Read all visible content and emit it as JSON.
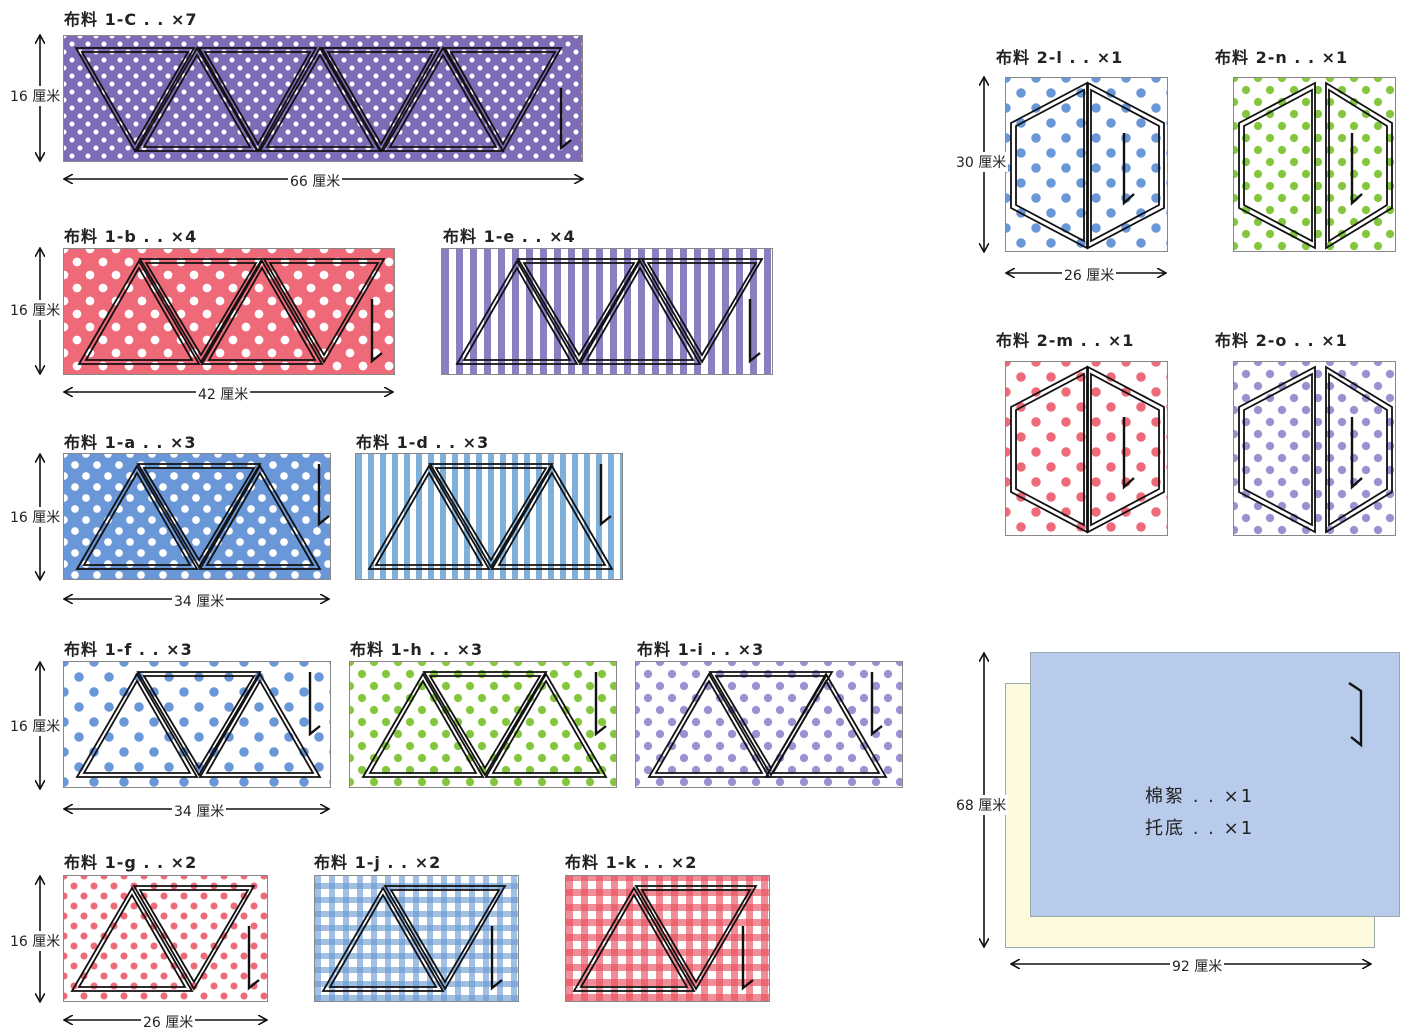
{
  "fabrics": {
    "1c": {
      "label": "布料 1-C . . ×7"
    },
    "1b": {
      "label": "布料 1-b . . ×4"
    },
    "1e": {
      "label": "布料 1-e . . ×4"
    },
    "1a": {
      "label": "布料 1-a . . ×3"
    },
    "1d": {
      "label": "布料 1-d . . ×3"
    },
    "1f": {
      "label": "布料 1-f . . ×3"
    },
    "1h": {
      "label": "布料 1-h . . ×3"
    },
    "1i": {
      "label": "布料 1-i . . ×3"
    },
    "1g": {
      "label": "布料 1-g . . ×2"
    },
    "1j": {
      "label": "布料 1-j . . ×2"
    },
    "1k": {
      "label": "布料 1-k . . ×2"
    },
    "2l": {
      "label": "布料 2-l . . ×1"
    },
    "2n": {
      "label": "布料 2-n . . ×1"
    },
    "2m": {
      "label": "布料 2-m . . ×1"
    },
    "2o": {
      "label": "布料 2-o . . ×1"
    }
  },
  "dimensions": {
    "h16": "16 厘米",
    "w66": "66 厘米",
    "w42": "42 厘米",
    "w34": "34 厘米",
    "w26": "26 厘米",
    "h30": "30 厘米",
    "h68": "68 厘米",
    "w92": "92 厘米"
  },
  "sheets": {
    "batting": "棉絮 . . ×1",
    "backing": "托底 . . ×1"
  },
  "colors": {
    "purple": "#7d6bb5",
    "pink": "#ee6a78",
    "blue": "#6a97d8",
    "green": "#86c540",
    "sheet_blue": "#b8cbea",
    "sheet_cream": "#fdf9dc"
  }
}
